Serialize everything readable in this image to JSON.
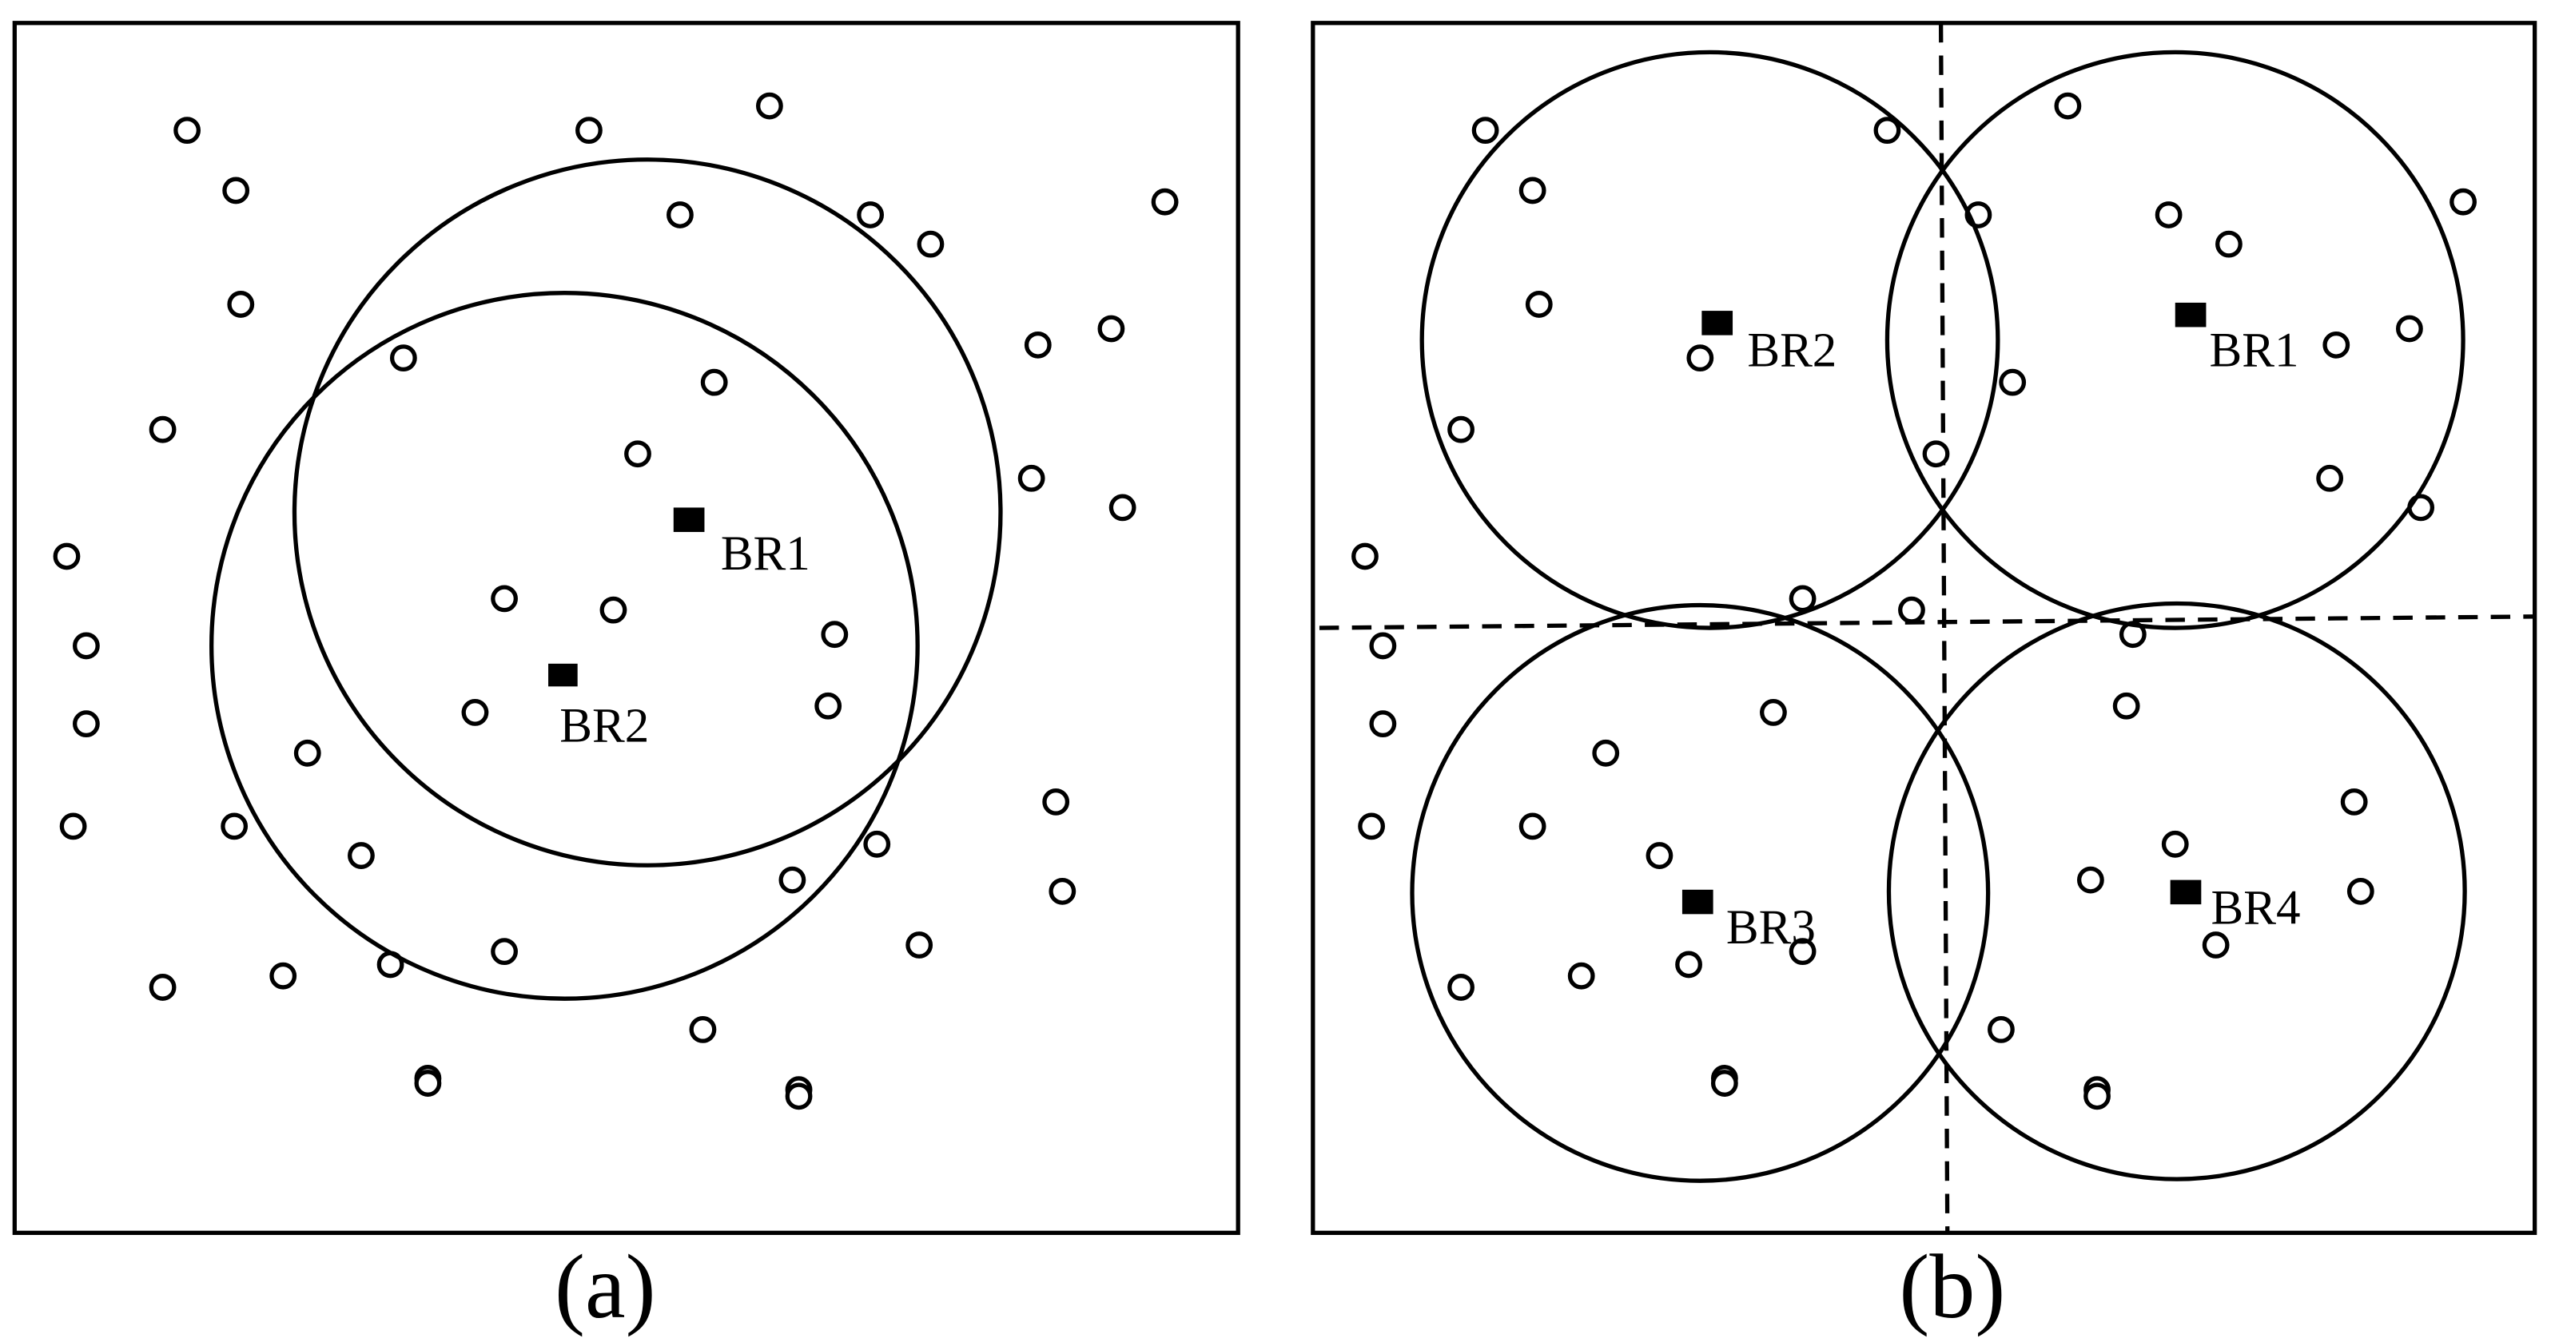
{
  "panel_a": {
    "caption": "(a)",
    "router_labels": [
      "BR1",
      "BR2"
    ]
  },
  "panel_b": {
    "caption": "(b)",
    "router_labels": [
      "BR1",
      "BR2",
      "BR3",
      "BR4"
    ]
  }
}
